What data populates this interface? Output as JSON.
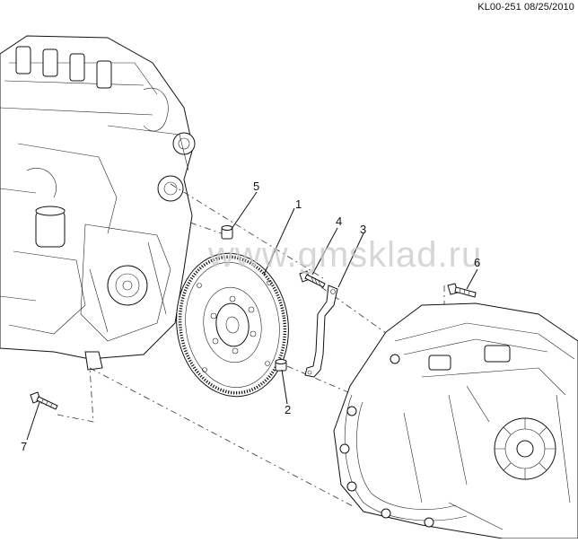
{
  "header": {
    "reference": "KL00-251 08/25/2010"
  },
  "watermark": {
    "text": "www.gmsklad.ru"
  },
  "callouts": [
    {
      "number": "1"
    },
    {
      "number": "2"
    },
    {
      "number": "3"
    },
    {
      "number": "4"
    },
    {
      "number": "5"
    },
    {
      "number": "6"
    },
    {
      "number": "7"
    }
  ]
}
